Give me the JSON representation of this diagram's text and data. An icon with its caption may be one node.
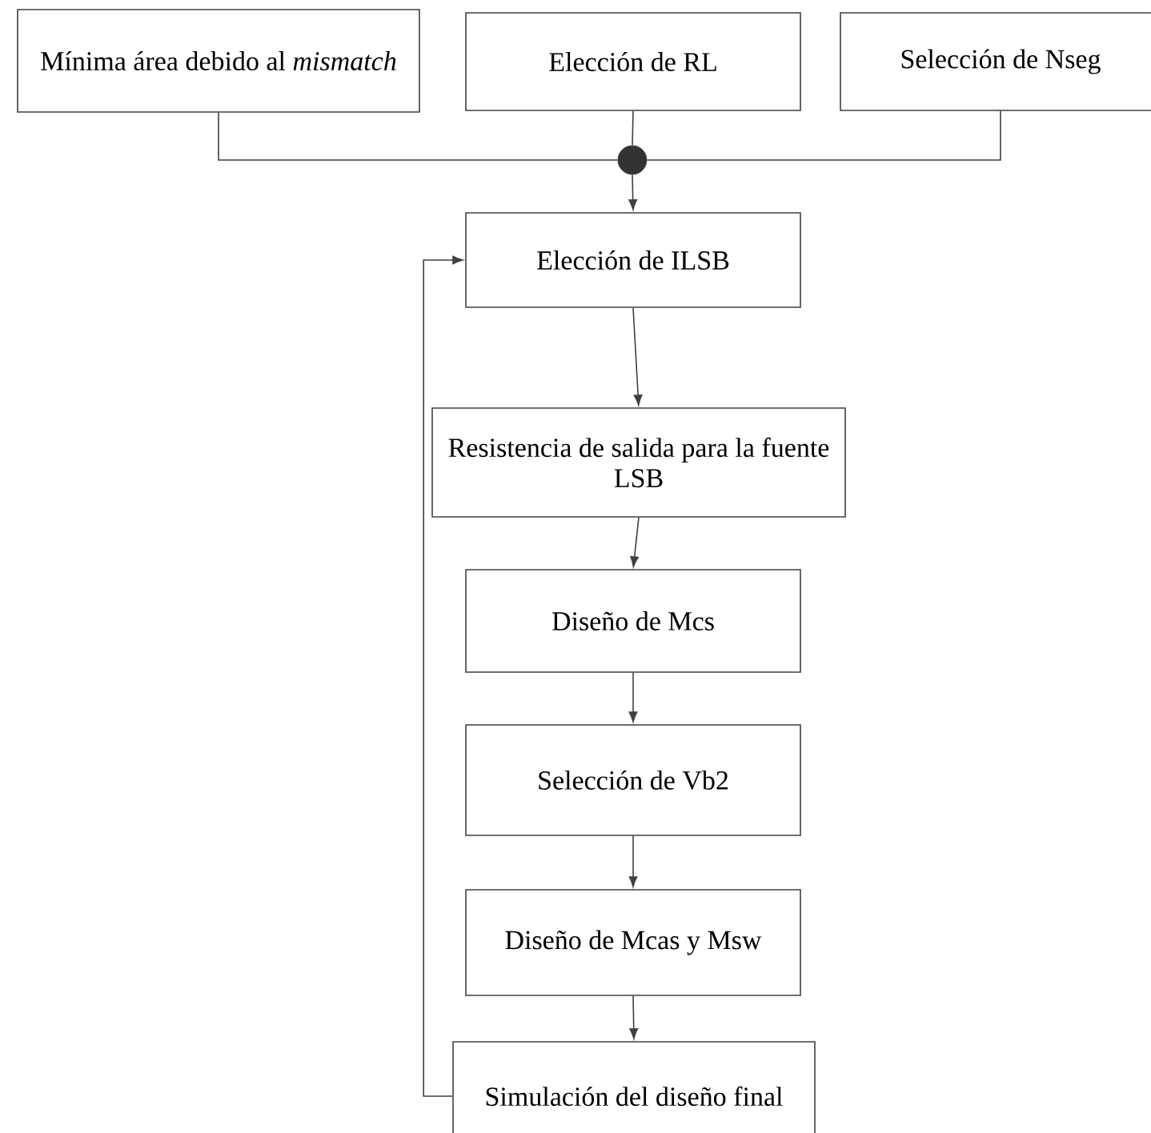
{
  "diagram": {
    "nodes": [
      {
        "text": [
          "Mínima área debido al *mismatch*"
        ]
      },
      {
        "text": [
          "Elección de RL"
        ]
      },
      {
        "text": [
          "Selección de Nseg"
        ]
      },
      {
        "text": [],
        "shape": "circle"
      },
      {
        "text": [
          "Elección de ILSB"
        ]
      },
      {
        "text": [
          "Resistencia de salida para la fuente LSB"
        ]
      },
      {
        "text": [
          "Diseño de Mcs"
        ]
      },
      {
        "text": [
          "Selección de Vb2"
        ]
      },
      {
        "text": [
          "Diseño de Mcas y Msw"
        ]
      },
      {
        "text": [
          "Simulación del diseño final"
        ]
      }
    ],
    "edges": [
      {
        "from": 0,
        "to": 3,
        "arrow": "none"
      },
      {
        "from": 1,
        "to": 3,
        "arrow": "none"
      },
      {
        "from": 2,
        "to": 3,
        "arrow": "none"
      },
      {
        "from": 3,
        "to": 4,
        "arrow": "to"
      },
      {
        "from": 4,
        "to": 5,
        "arrow": "to"
      },
      {
        "from": 5,
        "to": 6,
        "arrow": "to"
      },
      {
        "from": 6,
        "to": 7,
        "arrow": "to"
      },
      {
        "from": 7,
        "to": 8,
        "arrow": "to"
      },
      {
        "from": 8,
        "to": 9,
        "arrow": "to"
      },
      {
        "from": 9,
        "to": 4,
        "arrow": "to"
      }
    ]
  }
}
